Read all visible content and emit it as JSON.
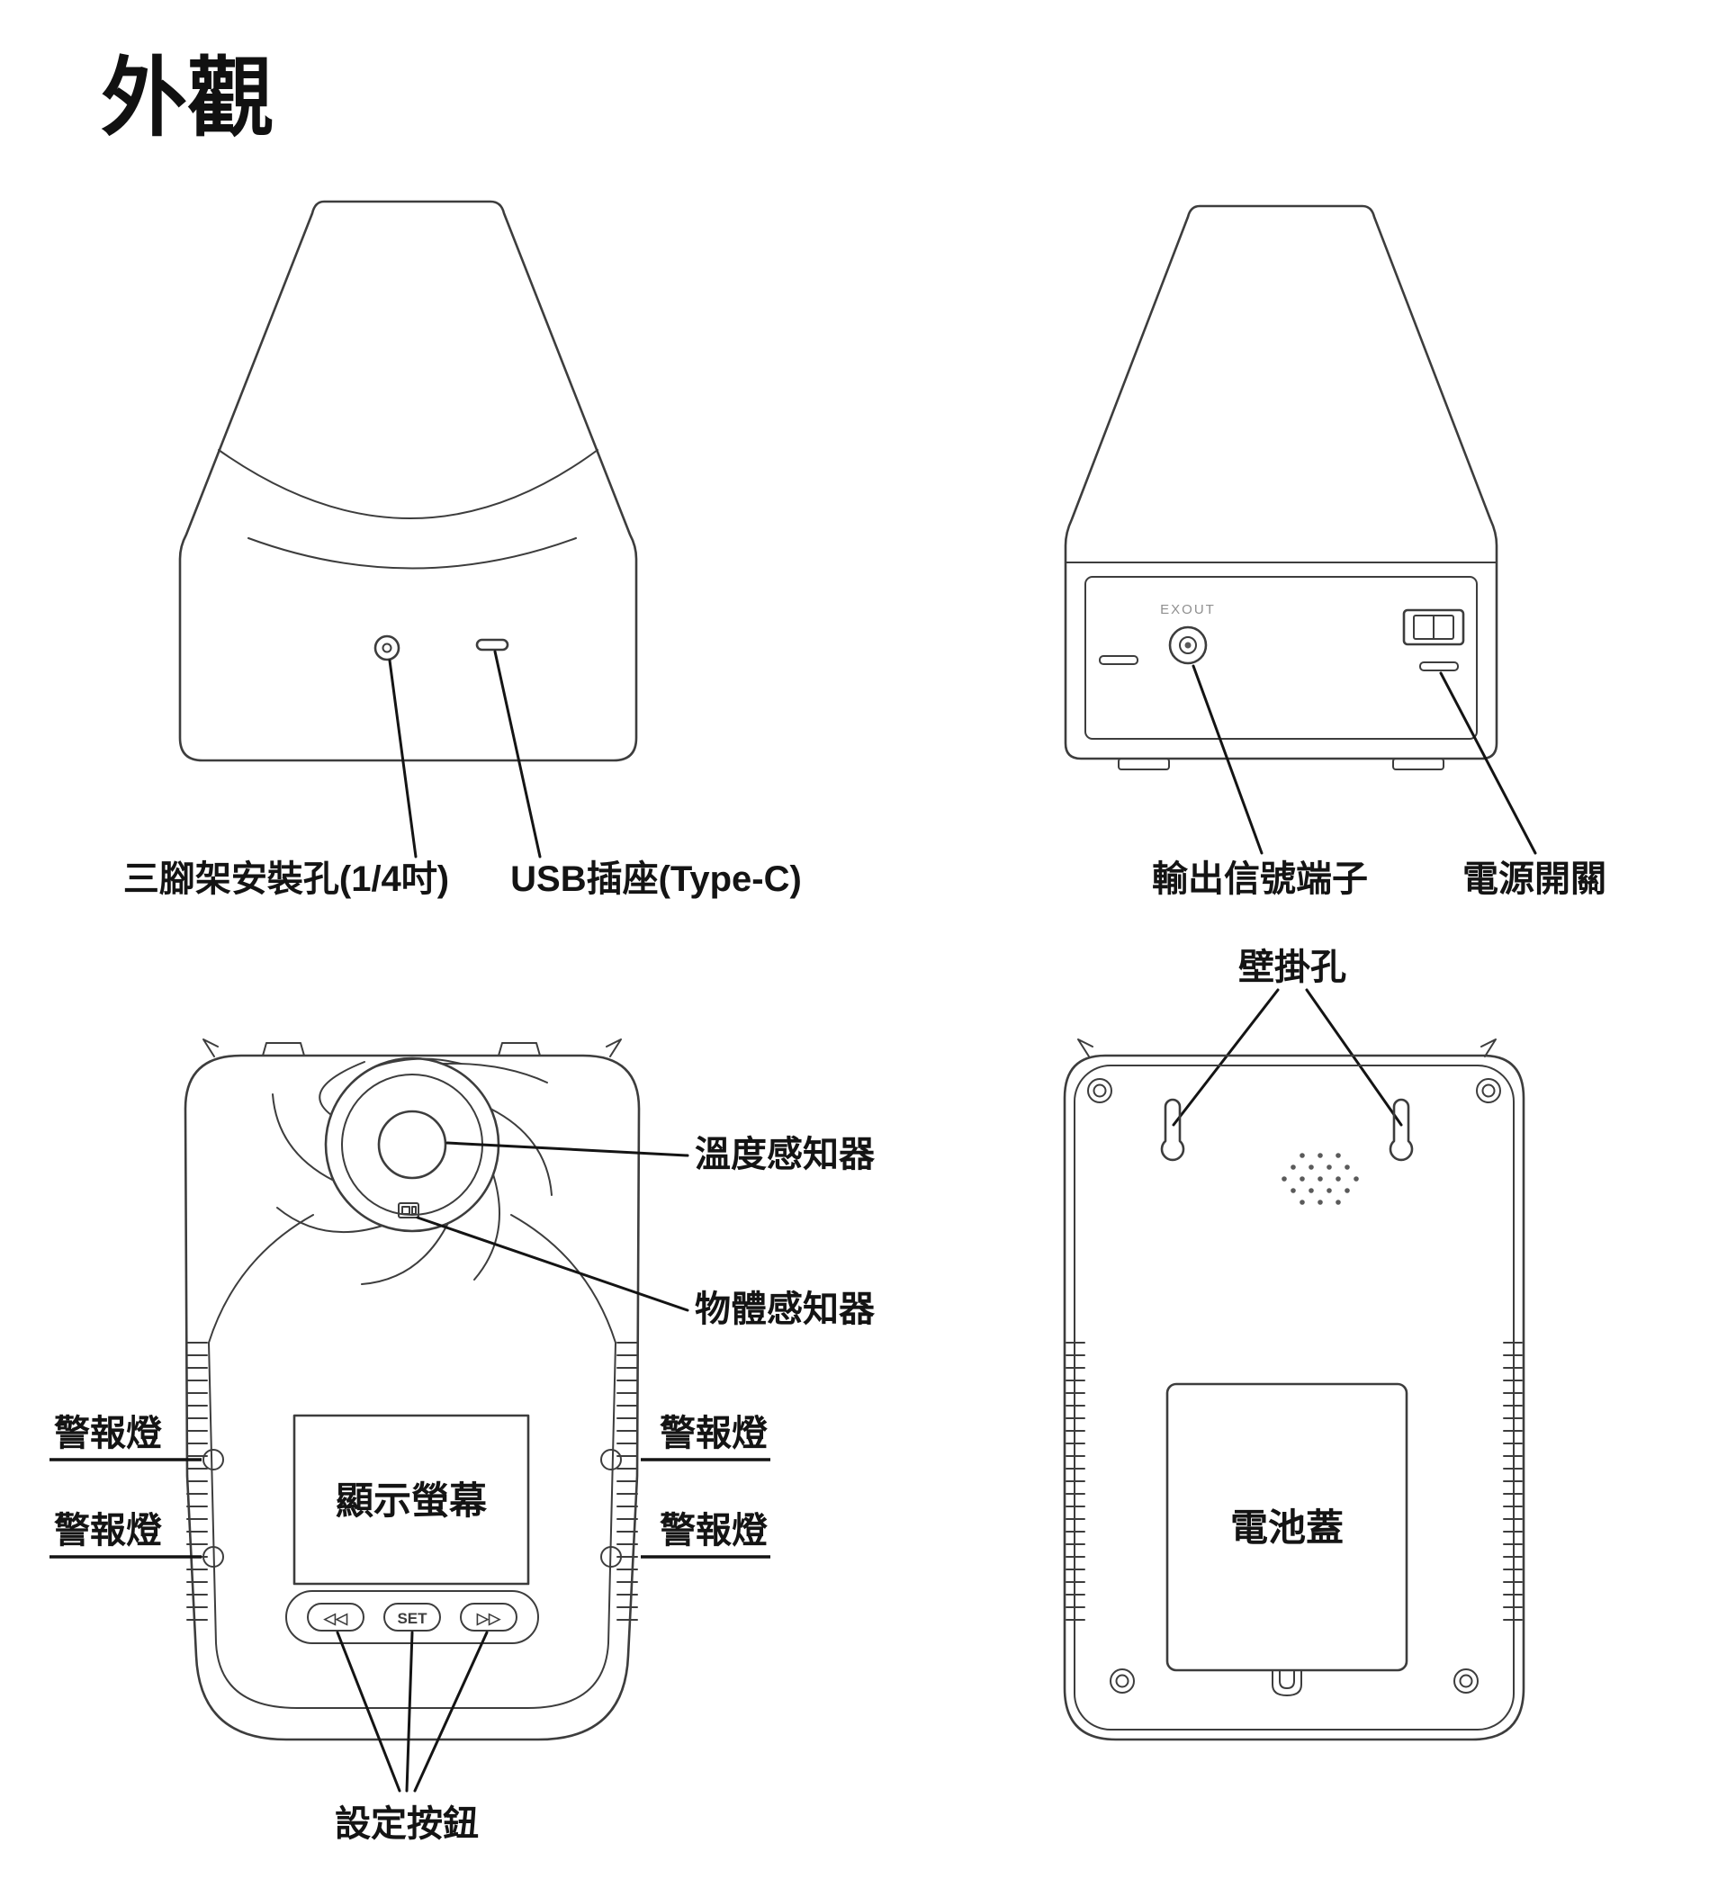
{
  "title": "外觀",
  "colors": {
    "ink": "#3d3d3d",
    "leader": "#141414",
    "text": "#141414",
    "muted": "#8f8f8f"
  },
  "front_bottom_view": {
    "tripod_label": "三腳架安裝孔(1/4吋)",
    "usb_label": "USB插座(Type-C)"
  },
  "rear_top_view": {
    "exout_marking": "EXOUT",
    "signal_label": "輸出信號端子",
    "power_label": "電源開關"
  },
  "front_view": {
    "temp_label": "溫度感知器",
    "object_label": "物體感知器",
    "alarm_label": "警報燈",
    "screen_label": "顯示螢幕",
    "set_label": "SET",
    "prev_icon": "◁◁",
    "next_icon": "▷▷",
    "buttons_label": "設定按鈕"
  },
  "back_view": {
    "wallmount_label": "壁掛孔",
    "battery_label": "電池蓋"
  }
}
